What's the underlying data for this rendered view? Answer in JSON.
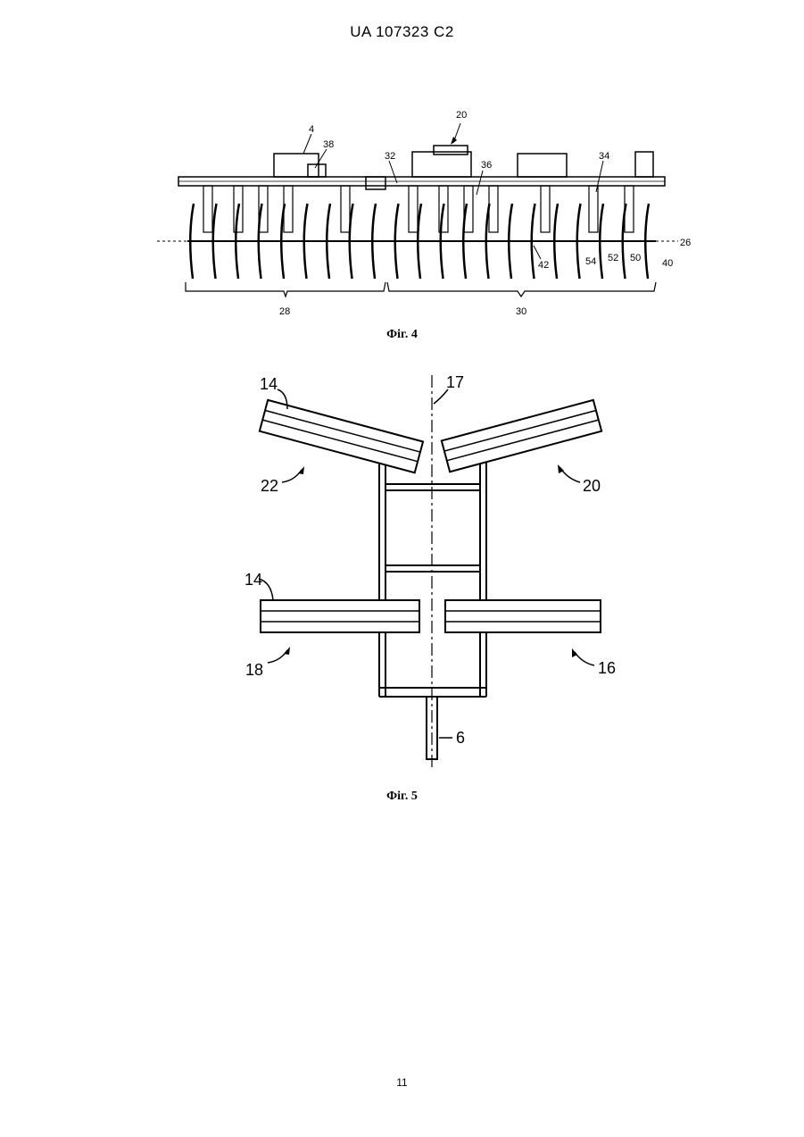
{
  "header": "UA   107323   C2",
  "fig4": {
    "caption": "Фіг. 4",
    "labels": {
      "l4": "4",
      "l38": "38",
      "l20": "20",
      "l32": "32",
      "l36": "36",
      "l34": "34",
      "l26": "26",
      "l42": "42",
      "l54": "54",
      "l52": "52",
      "l50": "50",
      "l40": "40",
      "l28": "28",
      "l30": "30"
    }
  },
  "fig5": {
    "caption": "Фіг. 5",
    "labels": {
      "l14a": "14",
      "l17": "17",
      "l22": "22",
      "l20": "20",
      "l14b": "14",
      "l18": "18",
      "l16": "16",
      "l6": "6"
    }
  },
  "page_number": "11"
}
